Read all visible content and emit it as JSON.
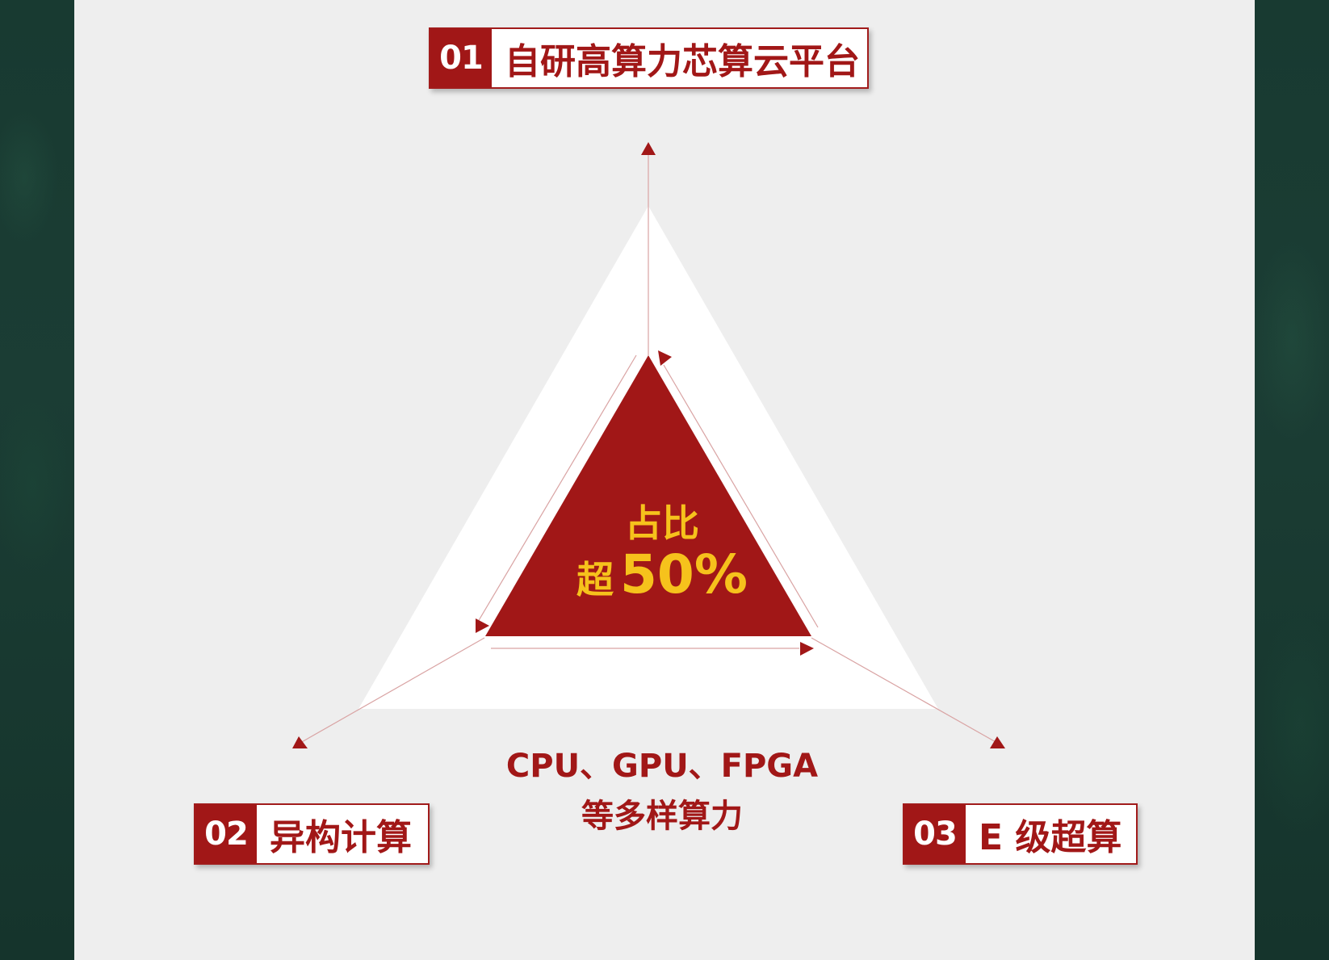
{
  "colors": {
    "accent": "#a11717",
    "highlight": "#f6c21c",
    "panel": "#eeeeee",
    "background": "#183a31"
  },
  "items": [
    {
      "num": "01",
      "label": "自研高算力芯算云平台"
    },
    {
      "num": "02",
      "label": "异构计算"
    },
    {
      "num": "03",
      "label": "E 级超算"
    }
  ],
  "center": {
    "label": "占比",
    "prefix": "超",
    "value": "50%"
  },
  "caption": {
    "line1": "CPU、GPU、FPGA",
    "line2": "等多样算力"
  }
}
